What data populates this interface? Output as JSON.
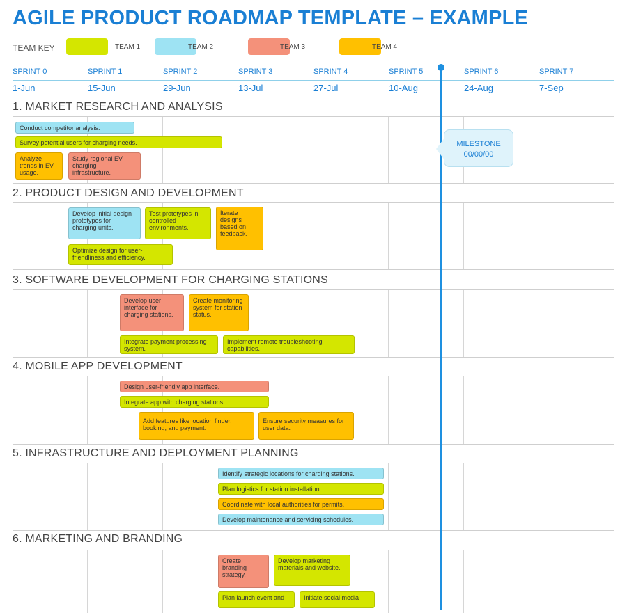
{
  "title": "AGILE PRODUCT ROADMAP TEMPLATE – EXAMPLE",
  "team_key": {
    "label": "TEAM KEY",
    "teams": [
      {
        "label": "TEAM 1",
        "color": "#d4e600"
      },
      {
        "label": "TEAM 2",
        "color": "#9ee3f3"
      },
      {
        "label": "TEAM 3",
        "color": "#f4917a"
      },
      {
        "label": "TEAM 4",
        "color": "#ffc000"
      }
    ]
  },
  "sprints": [
    {
      "name": "SPRINT 0",
      "date": "1-Jun"
    },
    {
      "name": "SPRINT 1",
      "date": "15-Jun"
    },
    {
      "name": "SPRINT 2",
      "date": "29-Jun"
    },
    {
      "name": "SPRINT 3",
      "date": "13-Jul"
    },
    {
      "name": "SPRINT 4",
      "date": "27-Jul"
    },
    {
      "name": "SPRINT 5",
      "date": "10-Aug"
    },
    {
      "name": "SPRINT 6",
      "date": "24-Aug"
    },
    {
      "name": "SPRINT 7",
      "date": "7-Sep"
    }
  ],
  "milestone": {
    "label": "MILESTONE",
    "date": "00/00/00"
  },
  "sections": [
    {
      "title": "1. MARKET RESEARCH AND ANALYSIS",
      "tasks": [
        {
          "text": "Conduct competitor analysis.",
          "team": 2
        },
        {
          "text": "Survey potential users for charging needs.",
          "team": 1
        },
        {
          "text": "Analyze trends in EV usage.",
          "team": 4
        },
        {
          "text": "Study regional EV charging infrastructure.",
          "team": 3
        }
      ]
    },
    {
      "title": "2. PRODUCT DESIGN AND DEVELOPMENT",
      "tasks": [
        {
          "text": "Develop initial design prototypes for charging units.",
          "team": 2
        },
        {
          "text": "Test prototypes in controlled environments.",
          "team": 1
        },
        {
          "text": "Iterate designs based on feedback.",
          "team": 4
        },
        {
          "text": "Optimize design for user-friendliness and efficiency.",
          "team": 1
        }
      ]
    },
    {
      "title": "3. SOFTWARE DEVELOPMENT FOR CHARGING STATIONS",
      "tasks": [
        {
          "text": "Develop user interface for charging stations.",
          "team": 3
        },
        {
          "text": "Create monitoring system for station status.",
          "team": 4
        },
        {
          "text": "Integrate payment processing system.",
          "team": 1
        },
        {
          "text": "Implement remote troubleshooting capabilities.",
          "team": 1
        }
      ]
    },
    {
      "title": "4. MOBILE APP DEVELOPMENT",
      "tasks": [
        {
          "text": "Design user-friendly app interface.",
          "team": 3
        },
        {
          "text": "Integrate app with charging stations.",
          "team": 1
        },
        {
          "text": "Add features like location finder, booking, and payment.",
          "team": 4
        },
        {
          "text": "Ensure security measures for user data.",
          "team": 4
        }
      ]
    },
    {
      "title": "5. INFRASTRUCTURE AND DEPLOYMENT PLANNING",
      "tasks": [
        {
          "text": "Identify strategic locations for charging stations.",
          "team": 2
        },
        {
          "text": "Plan logistics for station installation.",
          "team": 1
        },
        {
          "text": "Coordinate with local authorities for permits.",
          "team": 4
        },
        {
          "text": "Develop maintenance and servicing schedules.",
          "team": 2
        }
      ]
    },
    {
      "title": "6. MARKETING AND BRANDING",
      "tasks": [
        {
          "text": "Create branding strategy.",
          "team": 3
        },
        {
          "text": "Develop marketing materials and website.",
          "team": 1
        },
        {
          "text": "Plan launch event and",
          "team": 1
        },
        {
          "text": "Initiate social media",
          "team": 1
        }
      ]
    }
  ]
}
